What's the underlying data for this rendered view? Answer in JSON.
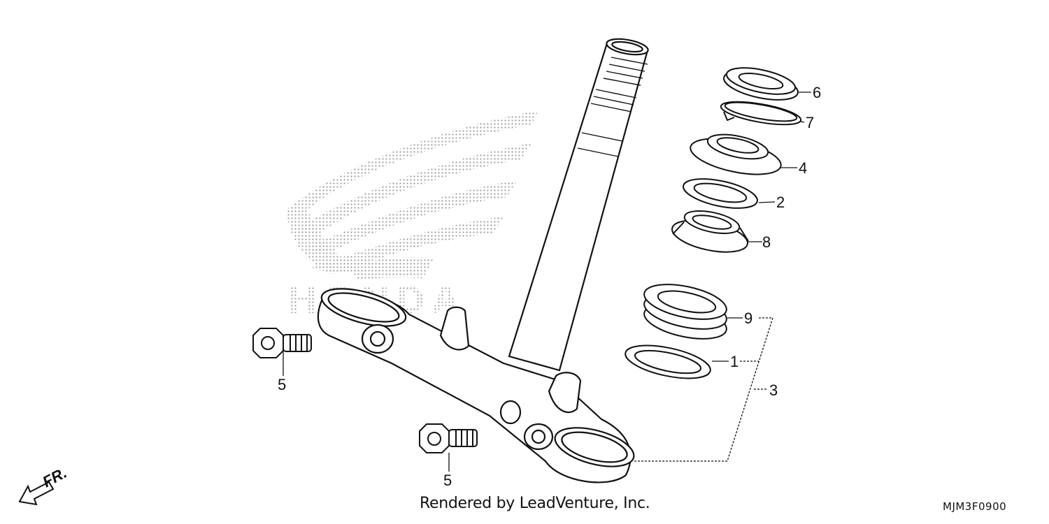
{
  "diagram": {
    "watermark_text": "HONDA",
    "callouts": {
      "c1": "1",
      "c2": "2",
      "c3": "3",
      "c4": "4",
      "c5a": "5",
      "c5b": "5",
      "c6": "6",
      "c7": "7",
      "c8": "8",
      "c9": "9"
    },
    "direction_label": "FR.",
    "footer_credit": "Rendered by LeadVenture, Inc.",
    "diagram_code": "MJM3F0900"
  }
}
